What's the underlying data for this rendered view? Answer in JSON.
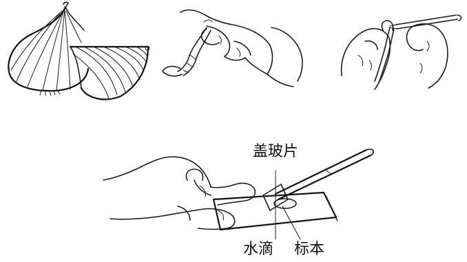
{
  "labels": {
    "cover_slip": "盖玻片",
    "water_drop": "水滴",
    "specimen": "标本"
  },
  "colors": {
    "ink": "#1a1a1a",
    "background": "#ffffff"
  }
}
